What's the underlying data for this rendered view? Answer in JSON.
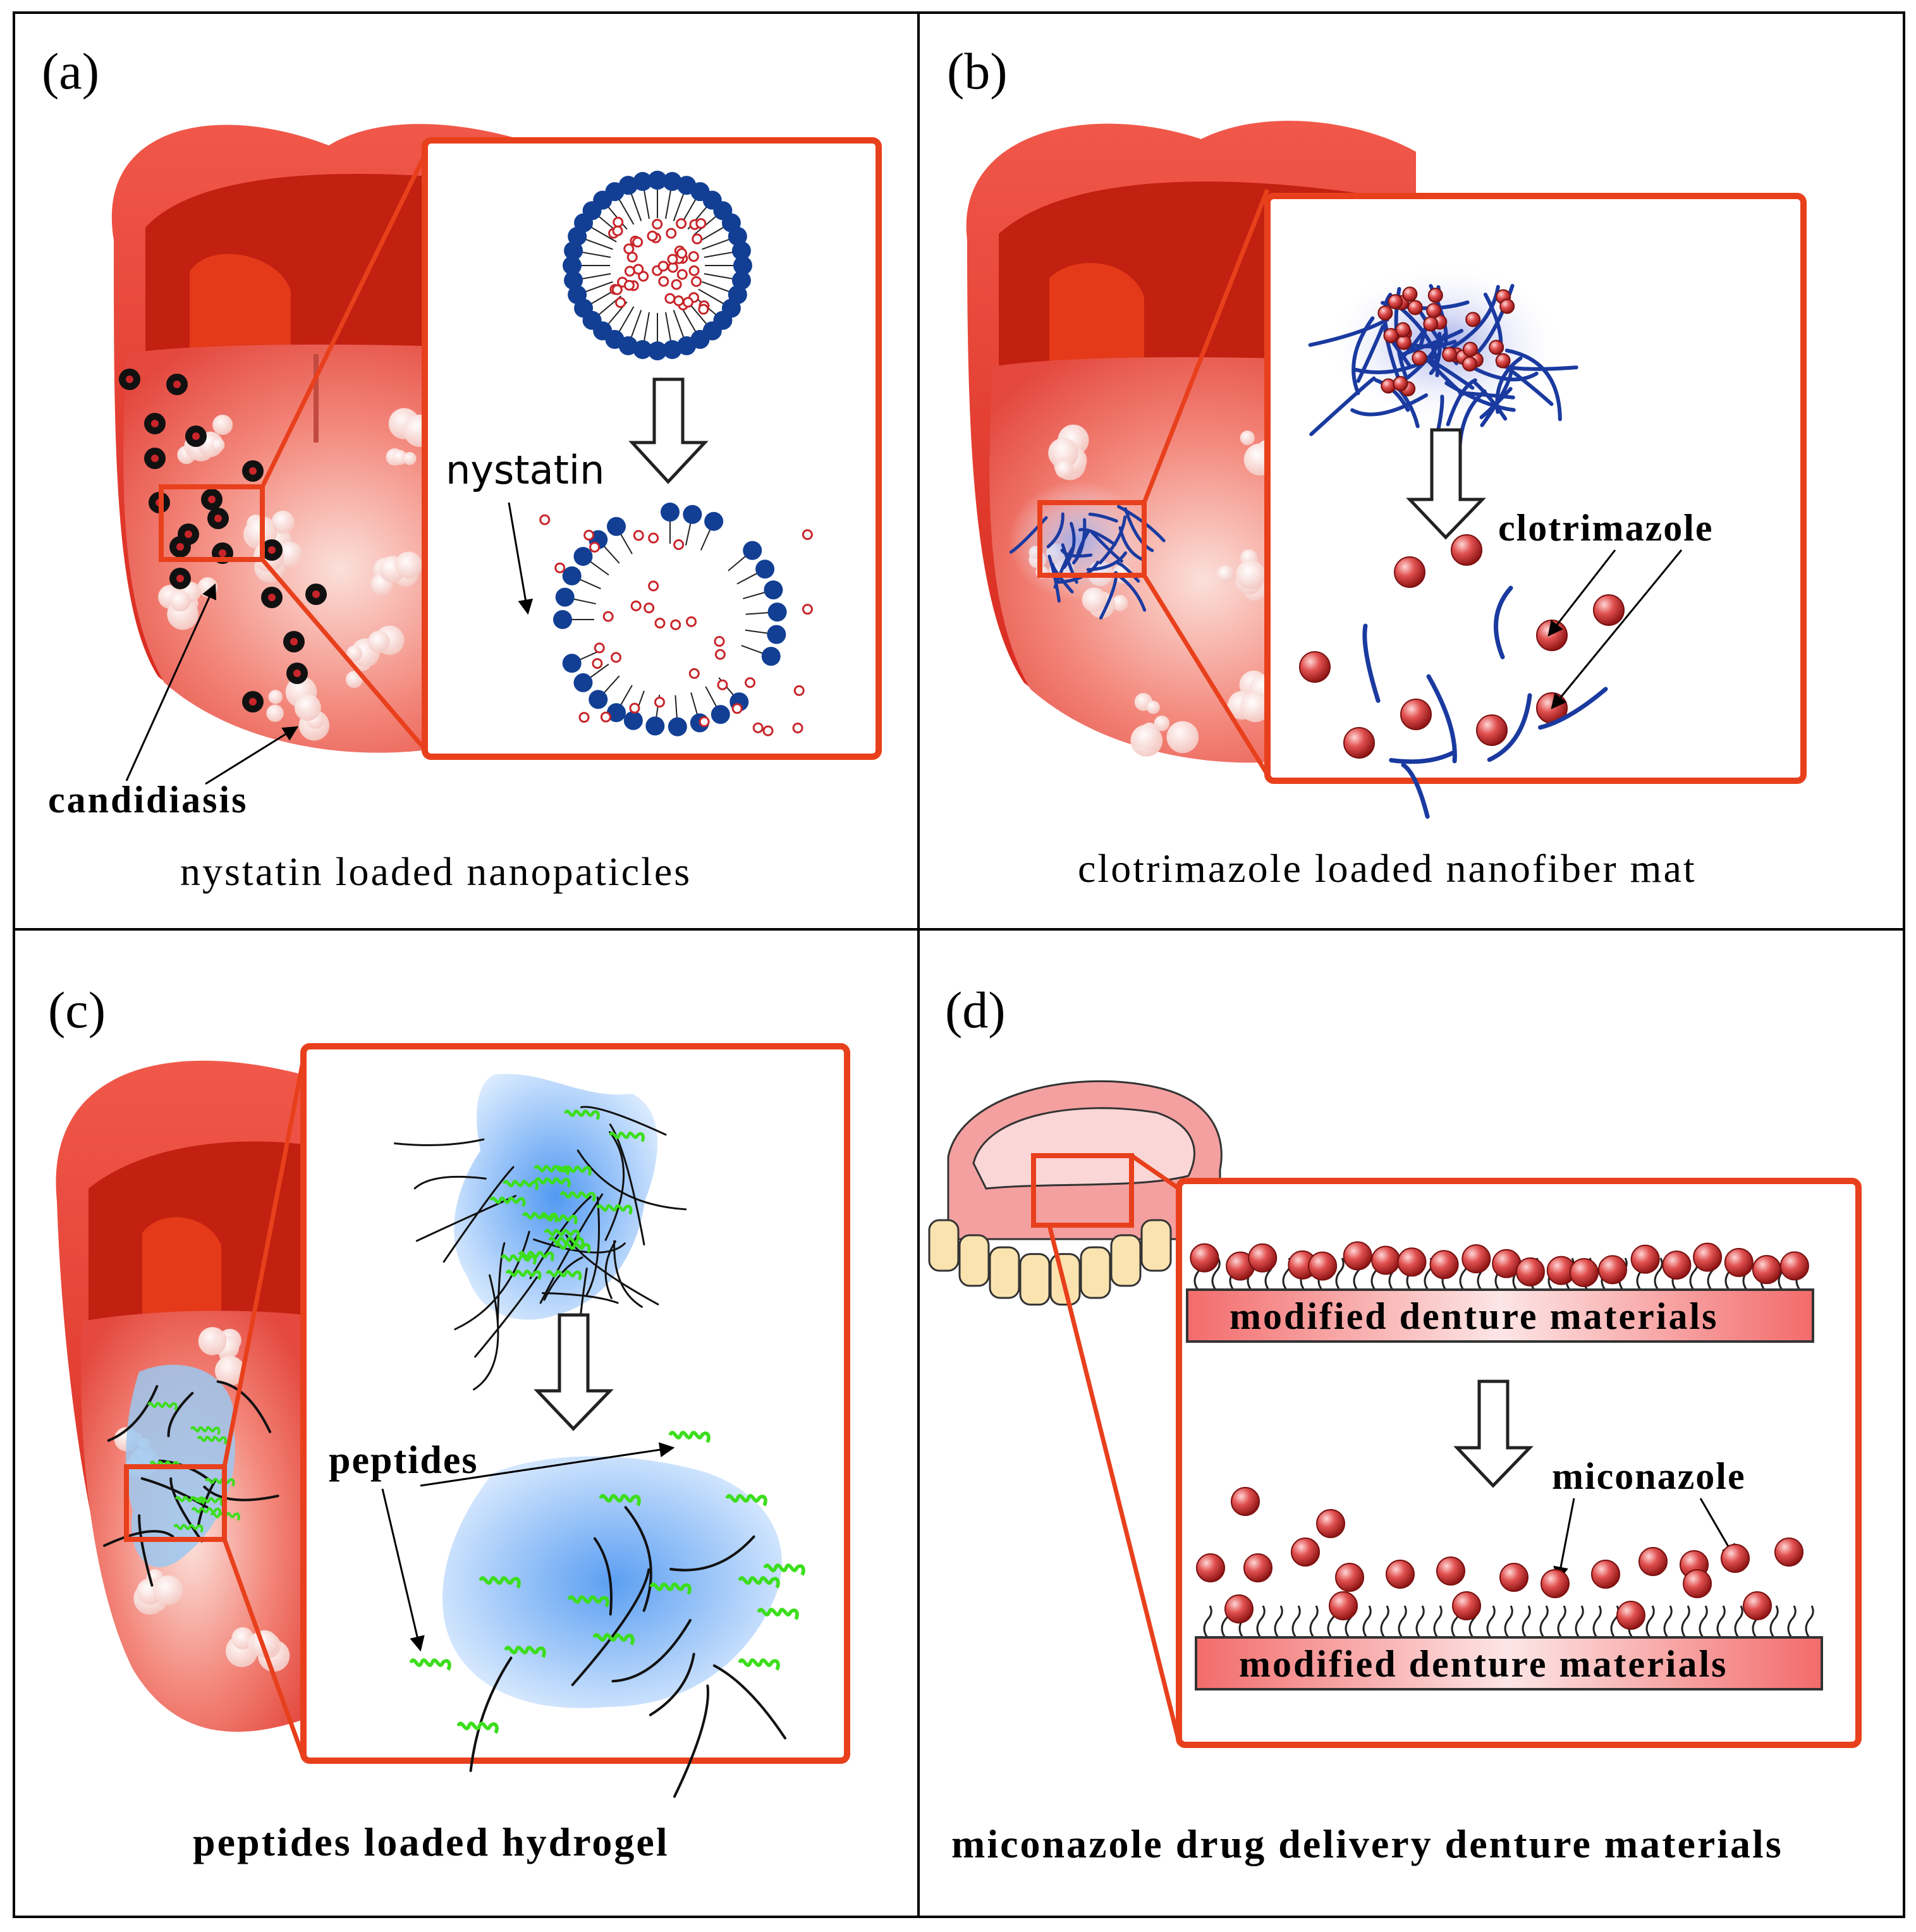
{
  "colors": {
    "accent": "#e8401c",
    "lipid_head": "#123f94",
    "fiber": "#1a3aa0",
    "drug_particle": "#c8252a",
    "peptide": "#3cde1c",
    "tongue": "#f06a5a",
    "denture_gum": "#f4a0a0",
    "teeth": "#fbe3b0"
  },
  "panels": {
    "a": {
      "tag": "(a)",
      "caption": "nystatin loaded nanopaticles",
      "label_candidiasis": "candidiasis",
      "label_drug": "nystatin"
    },
    "b": {
      "tag": "(b)",
      "caption": "clotrimazole loaded nanofiber mat",
      "label_drug": "clotrimazole"
    },
    "c": {
      "tag": "(c)",
      "caption": "peptides loaded hydrogel",
      "label_drug": "peptides"
    },
    "d": {
      "tag": "(d)",
      "caption": "miconazole drug delivery denture materials",
      "label_drug": "miconazole",
      "substrate_top": "modified denture materials",
      "substrate_bottom": "modified denture materials"
    }
  }
}
